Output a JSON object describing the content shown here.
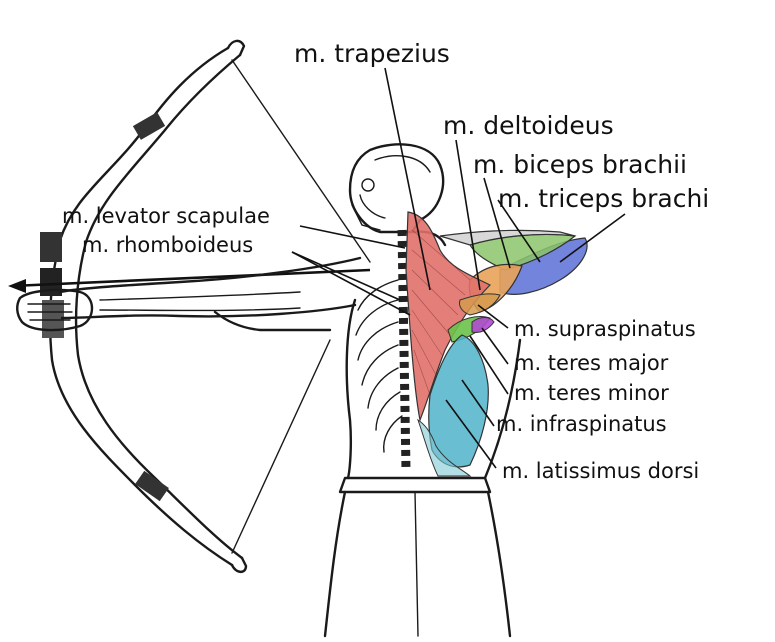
{
  "labels": {
    "trapezius": "m. trapezius",
    "deltoideus": "m. deltoideus",
    "biceps": "m. biceps brachii",
    "triceps": "m. triceps brachi",
    "levator": "m. levator scapulae",
    "rhomboideus": "m. rhomboideus",
    "supraspinatus": "m. supraspinatus",
    "teres_major": "m. teres major",
    "teres_minor": "m. teres minor",
    "infraspinatus": "m. infraspinatus",
    "latissimus": "m. latissimus dorsi"
  },
  "colors": {
    "trapezius": "#e0706a",
    "deltoideus": "#e9a35a",
    "biceps": "#8cc46a",
    "triceps": "#5a6fd6",
    "supraspinatus": "#d69a4e",
    "teres_major": "#b04ad0",
    "teres_minor": "#6cc24a",
    "infraspinatus": "#4fb3c9",
    "latissimus": "#7fc8d4"
  }
}
